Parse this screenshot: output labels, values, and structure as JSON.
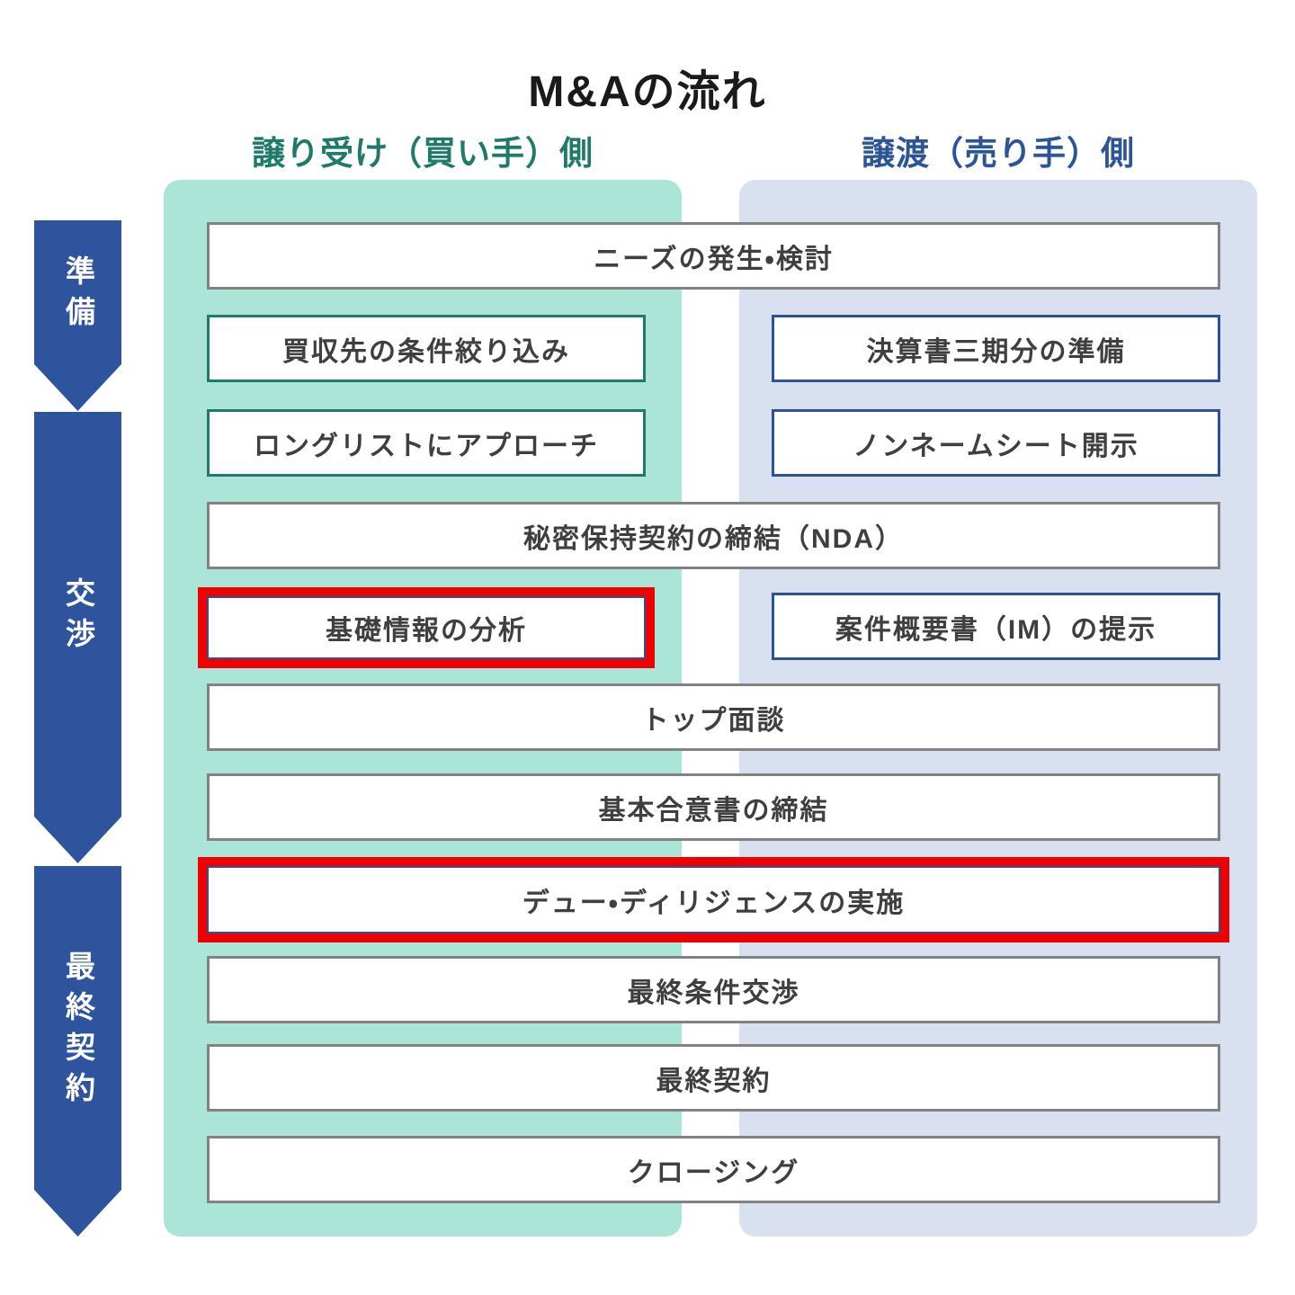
{
  "title": "M&Aの流れ",
  "columns": {
    "buyer": {
      "label": "譲り受け（買い手）側"
    },
    "seller": {
      "label": "譲渡（売り手）側"
    }
  },
  "phases": [
    {
      "label": "準備"
    },
    {
      "label": "交渉"
    },
    {
      "label": "最終契約"
    }
  ],
  "steps": [
    {
      "label": "ニーズの発生・検討",
      "column": "both",
      "highlight": false
    },
    {
      "label": "買収先の条件絞り込み",
      "column": "buyer",
      "highlight": false
    },
    {
      "label": "決算書三期分の準備",
      "column": "seller",
      "highlight": false
    },
    {
      "label": "ロングリストにアプローチ",
      "column": "buyer",
      "highlight": false
    },
    {
      "label": "ノンネームシート開示",
      "column": "seller",
      "highlight": false
    },
    {
      "label": "秘密保持契約の締結（NDA）",
      "column": "both",
      "highlight": false
    },
    {
      "label": "基礎情報の分析",
      "column": "buyer",
      "highlight": true
    },
    {
      "label": "案件概要書（IM）の提示",
      "column": "seller",
      "highlight": false
    },
    {
      "label": "トップ面談",
      "column": "both",
      "highlight": false
    },
    {
      "label": "基本合意書の締結",
      "column": "both",
      "highlight": false
    },
    {
      "label": "デュー・ディリジェンスの実施",
      "column": "both",
      "highlight": true
    },
    {
      "label": "最終条件交渉",
      "column": "both",
      "highlight": false
    },
    {
      "label": "最終契約",
      "column": "both",
      "highlight": false
    },
    {
      "label": "クロージング",
      "column": "both",
      "highlight": false
    }
  ],
  "colors": {
    "buyer_accent": "#1f7a6a",
    "buyer_panel_bg": "#abe5d8",
    "seller_accent": "#2b5596",
    "seller_panel_bg": "#d9e1f1",
    "phase_arrow": "#2e549d",
    "step_border_gray": "#828282",
    "highlight_red": "#ee0101",
    "step_text": "#3f3f3f"
  }
}
